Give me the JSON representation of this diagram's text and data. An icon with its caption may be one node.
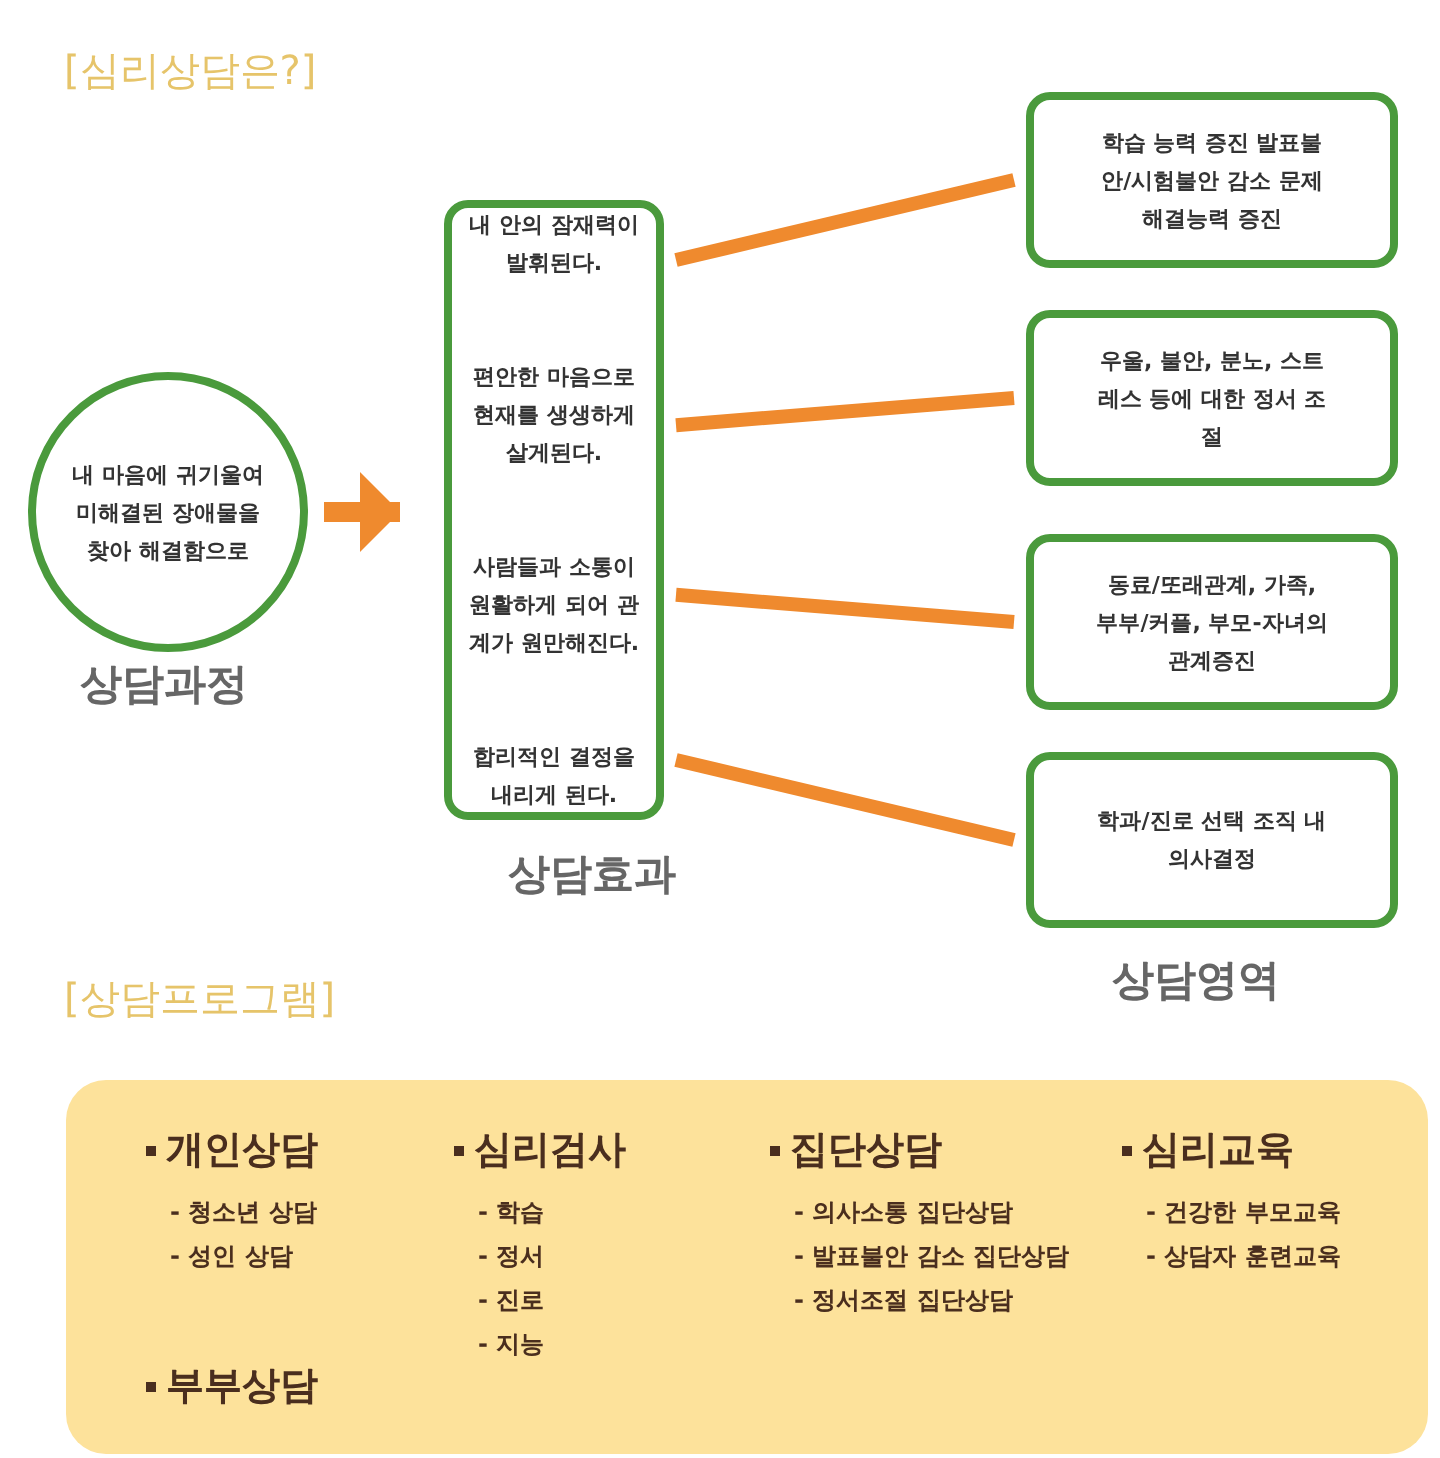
{
  "diagram": {
    "title": "[심리상담은?]",
    "nodes": [
      {
        "text": [
          "내 마음에 귀기울여 미해결된 장애물을 찾아 해결함으로"
        ],
        "beside": [
          "상담과정"
        ]
      },
      {
        "text": [
          "내 안의 잠재력이 발휘된다.",
          "편안한 마음으로 현재를 생생하게 살게된다.",
          "사람들과 소통이 원활하게 되어 관계가 원만해진다.",
          "합리적인 결정을 내리게 된다."
        ],
        "beside": [
          "상담효과"
        ]
      },
      {
        "text": [
          "학습 능력 증진 발표불안/시험불안 감소 문제해결능력 증진"
        ]
      },
      {
        "text": [
          "우울, 불안, 분노, 스트레스 등에 대한 정서 조절"
        ]
      },
      {
        "text": [
          "동료/또래관계, 가족, 부부/커플, 부모-자녀의 관계증진"
        ]
      },
      {
        "text": [
          "학과/진로 선택 조직 내 의사결정"
        ]
      },
      {
        "text": [
          "개인상담",
          "- 청소년 상담",
          "- 성인 상담",
          "부부상담",
          "심리검사",
          "- 학습",
          "- 정서",
          "- 진로",
          "- 지능",
          "집단상담",
          "- 의사소통 집단상담",
          "- 발표불안 감소 집단상담",
          "- 정서조절 집단상담",
          "심리교육",
          "- 건강한 부모교육",
          "- 상담자 훈련교육"
        ]
      }
    ],
    "edges": [
      {
        "from": 0,
        "to": 1,
        "arrow": "to"
      },
      {
        "from": 1,
        "to": 2,
        "arrow": "none"
      },
      {
        "from": 1,
        "to": 3,
        "arrow": "none"
      },
      {
        "from": 1,
        "to": 4,
        "arrow": "none"
      },
      {
        "from": 1,
        "to": 5,
        "arrow": "none"
      }
    ],
    "labels": [
      "상담영역",
      "[상담프로그램]"
    ]
  }
}
